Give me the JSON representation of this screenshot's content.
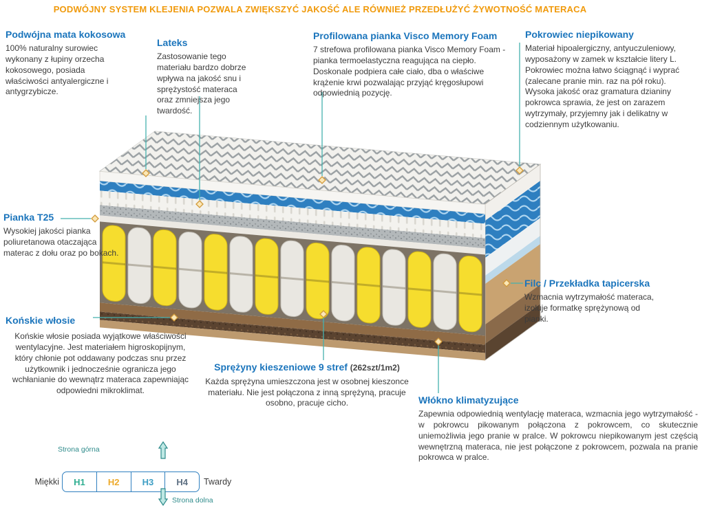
{
  "header": {
    "text": "PODWÓJNY SYSTEM KLEJENIA POZWALA ZWIĘKSZYĆ JAKOŚĆ ALE RÓWNIEŻ PRZEDŁUŻYĆ ŻYWOTNOŚĆ MATERACA"
  },
  "annotations": {
    "coconut": {
      "title": "Podwójna mata kokosowa",
      "body": "100% naturalny surowiec wykonany z łupiny orzecha kokosowego, posiada właściwości antyalergiczne i antygrzybicze."
    },
    "latex": {
      "title": "Lateks",
      "body": "Zastosowanie tego materiału bardzo dobrze wpływa na jakość snu i sprężystość materaca oraz zmniejsza jego twardość."
    },
    "visco": {
      "title": "Profilowana pianka Visco Memory Foam",
      "body": "7 strefowa profilowana pianka Visco Memory Foam - pianka termoelastyczna reagująca na ciepło. Doskonale podpiera całe ciało, dba o właściwe krążenie krwi pozwalając przyjąć kręgosłupowi odpowiednią pozycję."
    },
    "cover": {
      "title": "Pokrowiec niepikowany",
      "body": "Materiał hipoalergiczny, antyuczuleniowy, wyposażony w zamek w kształcie litery L. Pokrowiec można łatwo ściągnąć i wyprać (zalecane pranie min. raz na pół roku). Wysoka jakość oraz gramatura dzianiny pokrowca sprawia, że jest on zarazem wytrzymały, przyjemny jak i delikatny w codziennym użytkowaniu."
    },
    "t25": {
      "title": "Pianka T25",
      "body": "Wysokiej jakości pianka poliuretanowa otaczająca materac z dołu oraz po bokach."
    },
    "horsehair": {
      "title": "Końskie włosie",
      "body": "Końskie włosie posiada wyjątkowe właściwości wentylacyjne. Jest materiałem higroskopijnym, który chłonie pot oddawany podczas snu przez użytkownik i jednocześnie ogranicza jego wchłanianie do wewnątrz materaca zapewniając odpowiedni mikroklimat."
    },
    "springs": {
      "title": "Sprężyny kieszeniowe 9 stref",
      "subtitle": "(262szt/1m2)",
      "body": "Każda sprężyna umieszczona jest w osobnej kieszonce materiału. Nie jest połączona z inną sprężyną, pracuje osobno, pracuje cicho."
    },
    "felt": {
      "title": "Filc / Przekładka tapicerska",
      "body": "Wzmacnia wytrzymałość materaca, izoluje formatkę sprężynową od pianki."
    },
    "fiber": {
      "title": "Włókno klimatyzujące",
      "body": "Zapewnia odpowiednią wentylację materaca, wzmacnia jego wytrzymałość - w pokrowcu pikowanym połączona z pokrowcem, co skutecznie uniemożliwia jego pranie w pralce. W pokrowcu niepikowanym jest częścią wewnętrzną materaca, nie jest połączone z pokrowcem, pozwala na pranie pokrowca w pralce."
    }
  },
  "hardness_scale": {
    "top_side_label": "Strona górna",
    "bottom_side_label": "Strona dolna",
    "soft_label": "Miękki",
    "hard_label": "Twardy",
    "levels": [
      {
        "label": "H1",
        "color": "#2fae91"
      },
      {
        "label": "H2",
        "color": "#edaa2b"
      },
      {
        "label": "H3",
        "color": "#3d9ec4"
      },
      {
        "label": "H4",
        "color": "#5d6f82"
      }
    ]
  },
  "colors": {
    "header_text": "#f09a0c",
    "section_title": "#1b75bc",
    "body_text": "#3c3c3c",
    "connector_line": "#45b1ae",
    "connector_marker": "#d29a3a",
    "spring_yellow": "#f6dd2e",
    "visco_blue": "#2e7fc0",
    "scale_border": "#2f7fbf"
  }
}
